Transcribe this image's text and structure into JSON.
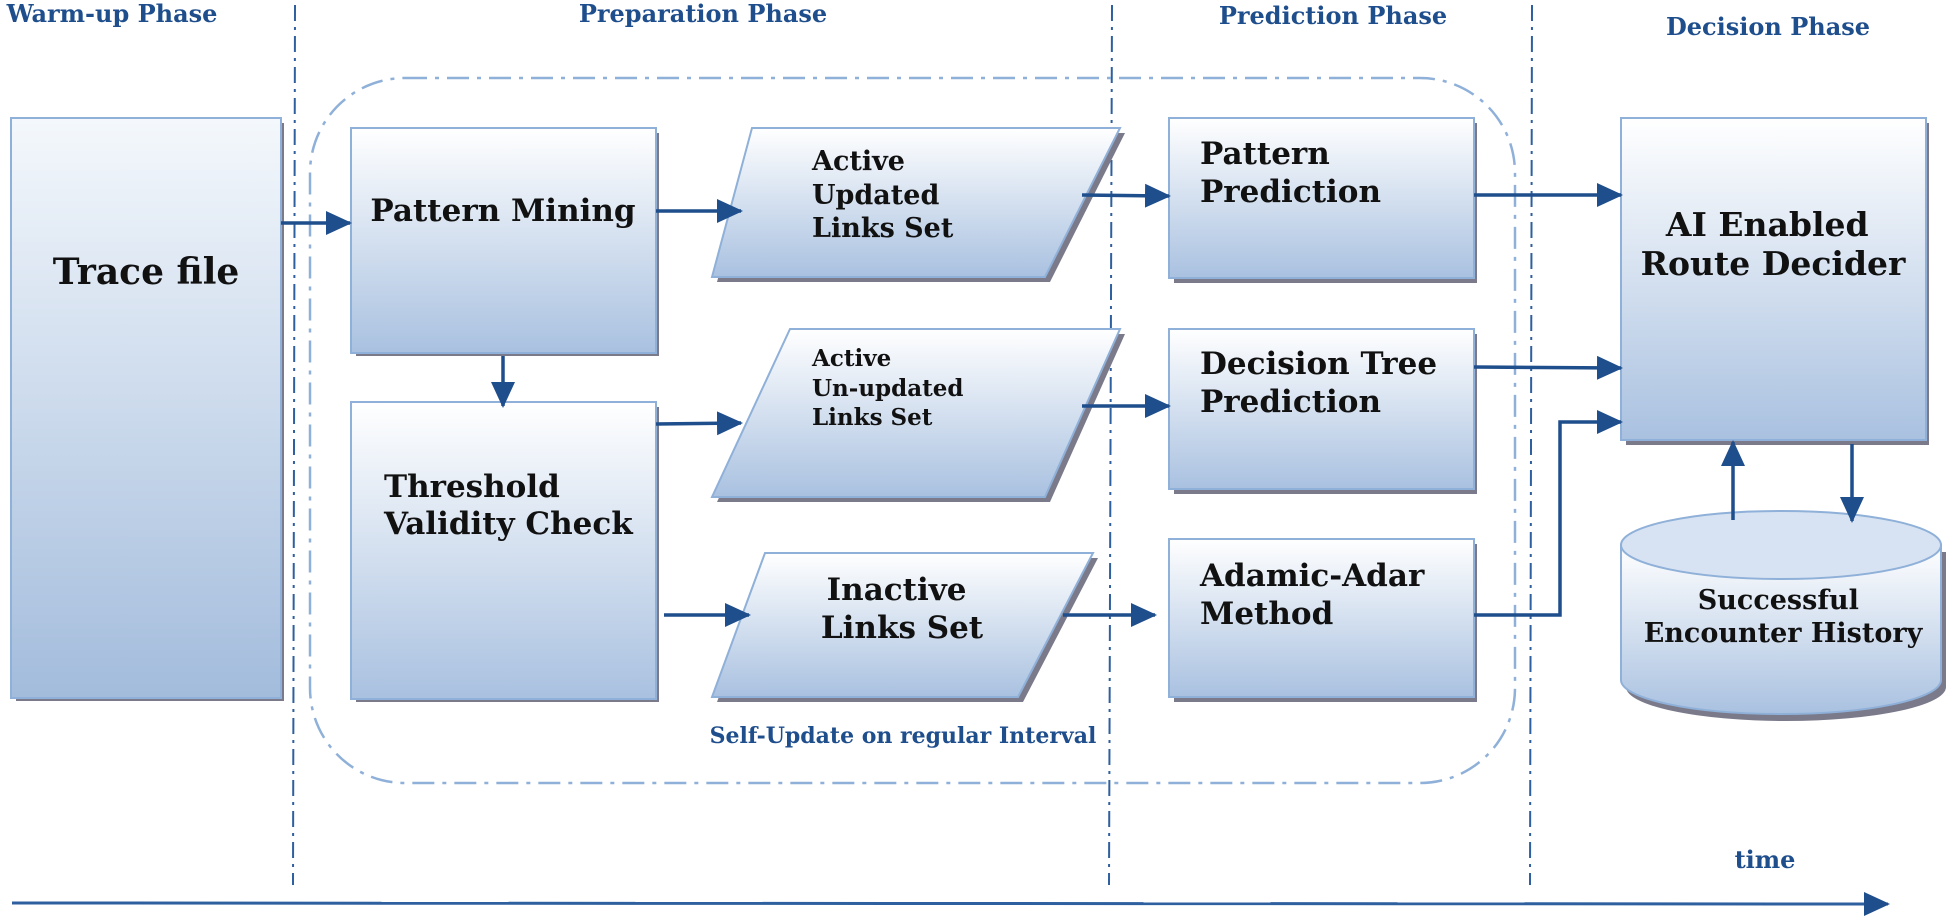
{
  "phases": {
    "warmup": "Warm-up Phase",
    "preparation": "Preparation Phase",
    "prediction": "Prediction Phase",
    "decision": "Decision Phase"
  },
  "boxes": {
    "trace_file": "Trace file",
    "pattern_mining": "Pattern Mining",
    "threshold_line1": "Threshold",
    "threshold_line2": "Validity Check",
    "active_updated_line1": "Active",
    "active_updated_line2": "Updated",
    "active_updated_line3": "Links Set",
    "active_unupdated_line1": "Active",
    "active_unupdated_line2": "Un-updated",
    "active_unupdated_line3": "Links Set",
    "inactive_line1": "Inactive",
    "inactive_line2": "Links Set",
    "pattern_pred_line1": "Pattern",
    "pattern_pred_line2": "Prediction",
    "dtree_line1": "Decision Tree",
    "dtree_line2": "Prediction",
    "adamic_line1": "Adamic-Adar",
    "adamic_line2": "Method",
    "ai_line1": "AI Enabled",
    "ai_line2": "Route Decider",
    "history_line1": "Successful",
    "history_line2": "Encounter History"
  },
  "labels": {
    "self_update": "Self-Update on regular Interval",
    "time": "time"
  },
  "colors": {
    "box_top": "#ffffff",
    "box_bottom": "#a7bfdf",
    "box_border": "#8fb0d8",
    "arrow": "#1f4e8c",
    "phase_text": "#1f4e8c",
    "shadow": "#7a7a8a"
  }
}
